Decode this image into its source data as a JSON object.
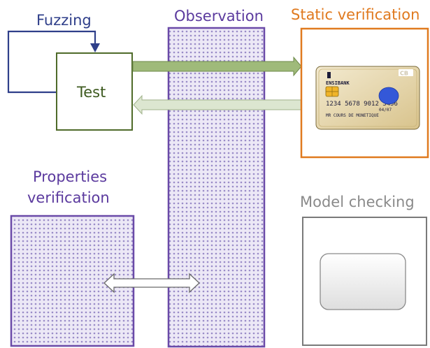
{
  "labels": {
    "fuzzing": "Fuzzing",
    "observation": "Observation",
    "static_verification": "Static verification",
    "test": "Test",
    "properties_line1": "Properties",
    "properties_line2": "verification",
    "model_checking": "Model checking"
  },
  "card": {
    "bank": "ENSIBANK",
    "number": "1234 5678 9012 3456",
    "expiry": "04/07",
    "holder": "MR COURS DE MONETIQUE"
  },
  "colors": {
    "fuzzing_loop": "#2f3f8a",
    "observation_border": "#6a4aa8",
    "observation_fill": "#d9d3ec",
    "static_border": "#e07a1f",
    "test_border": "#4f6b2a",
    "model_border": "#8a8a8a",
    "arrow_forward": "#9fba7a",
    "arrow_back": "#dce6d0",
    "card_gold": "#e9dcb0"
  }
}
